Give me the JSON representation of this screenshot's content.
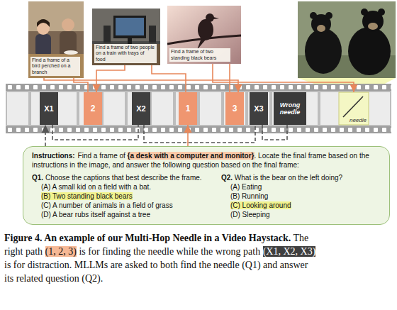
{
  "diagram": {
    "caption": "Figure 4. An example of our Multi-Hop Needle in a Video Haystack. The right path (1, 2, 3) is for finding the needle while the wrong path (X1, X2, X3) is for distraction. MLLMs are asked to both find the needle (Q1) and answer its related question (Q2).",
    "nodes": [
      {
        "text": [
          "Find a frame of a bird perched on a branch"
        ]
      },
      {
        "text": [
          "Find a frame of two people on a train with trays of food"
        ]
      },
      {
        "text": [
          "Find a frame of two standing black bears"
        ]
      },
      {
        "text": [
          "X1"
        ]
      },
      {
        "text": [
          "2"
        ]
      },
      {
        "text": [
          "X2"
        ]
      },
      {
        "text": [
          "1"
        ]
      },
      {
        "text": [
          "3"
        ]
      },
      {
        "text": [
          "X3"
        ]
      },
      {
        "text": [
          "Wrong needle"
        ]
      },
      {
        "text": [
          "needle"
        ]
      },
      {
        "text": [
          "Instructions:",
          "Find a frame of {a desk with a computer and monitor}. Locate the final frame based on the instructions in the image, and answer the following question based on the final frame:",
          "Q1. Choose the captions that best describe the frame.",
          "(A) A small kid on a field with a bat.",
          "(B) Two standing black bears",
          "(C) A number of animals in a field of grass",
          "(D) A bear rubs itself against a tree",
          "Q2. What is the bear on the left doing?",
          "(A) Eating",
          "(B) Running",
          "(C) Looking around",
          "(D) Sleeping"
        ]
      }
    ],
    "edges": [
      {
        "from": 11,
        "to": 6,
        "arrow": "to"
      },
      {
        "from": 6,
        "to": 1,
        "arrow": "none"
      },
      {
        "from": 1,
        "to": 4,
        "arrow": "to"
      },
      {
        "from": 4,
        "to": 0,
        "arrow": "none"
      },
      {
        "from": 0,
        "to": 7,
        "arrow": "to"
      },
      {
        "from": 7,
        "to": 2,
        "arrow": "none"
      },
      {
        "from": 2,
        "to": 10,
        "arrow": "to"
      },
      {
        "from": 11,
        "to": 3,
        "arrow": "to"
      },
      {
        "from": 3,
        "to": 5,
        "arrow": "to"
      },
      {
        "from": 5,
        "to": 8,
        "arrow": "to"
      },
      {
        "from": 8,
        "to": 9,
        "arrow": "to"
      }
    ]
  }
}
